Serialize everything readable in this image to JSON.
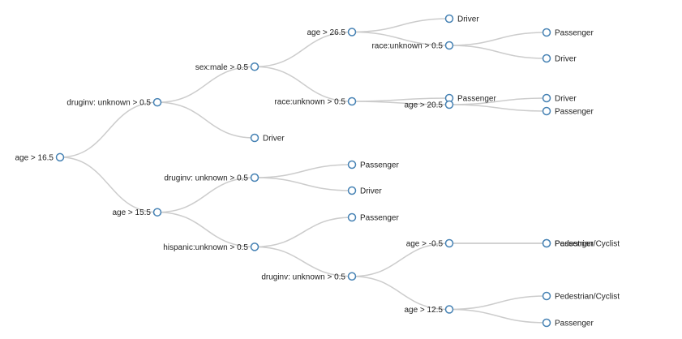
{
  "tree": {
    "label": "age > 16.5",
    "children": [
      {
        "label": "druginv: unknown > 0.5",
        "children": [
          {
            "label": "sex:male > 0.5",
            "children": [
              {
                "label": "age > 26.5",
                "children": [
                  {
                    "label": "Driver"
                  },
                  {
                    "label": "race:unknown > 0.5",
                    "children": [
                      {
                        "label": "Passenger"
                      },
                      {
                        "label": "Driver"
                      }
                    ]
                  }
                ]
              },
              {
                "label": "race:unknown > 0.5",
                "children": [
                  {
                    "label": "Passenger"
                  },
                  {
                    "label": "age > 20.5",
                    "children": [
                      {
                        "label": "Driver"
                      },
                      {
                        "label": "Passenger"
                      }
                    ]
                  }
                ]
              }
            ]
          },
          {
            "label": "Driver"
          }
        ]
      },
      {
        "label": "age > 15.5",
        "children": [
          {
            "label": "druginv: unknown > 0.5",
            "children": [
              {
                "label": "Passenger"
              },
              {
                "label": "Driver"
              }
            ]
          },
          {
            "label": "hispanic:unknown > 0.5",
            "children": [
              {
                "label": "Passenger"
              },
              {
                "label": "druginv: unknown > 0.5",
                "children": [
                  {
                    "label": "age > -0.5",
                    "children": [
                      {
                        "label": "Passenger"
                      },
                      {
                        "label": "Pedestrian/Cyclist"
                      }
                    ]
                  },
                  {
                    "label": "age > 12.5",
                    "children": [
                      {
                        "label": "Pedestrian/Cyclist"
                      },
                      {
                        "label": "Passenger"
                      }
                    ]
                  }
                ]
              }
            ]
          }
        ]
      }
    ]
  }
}
